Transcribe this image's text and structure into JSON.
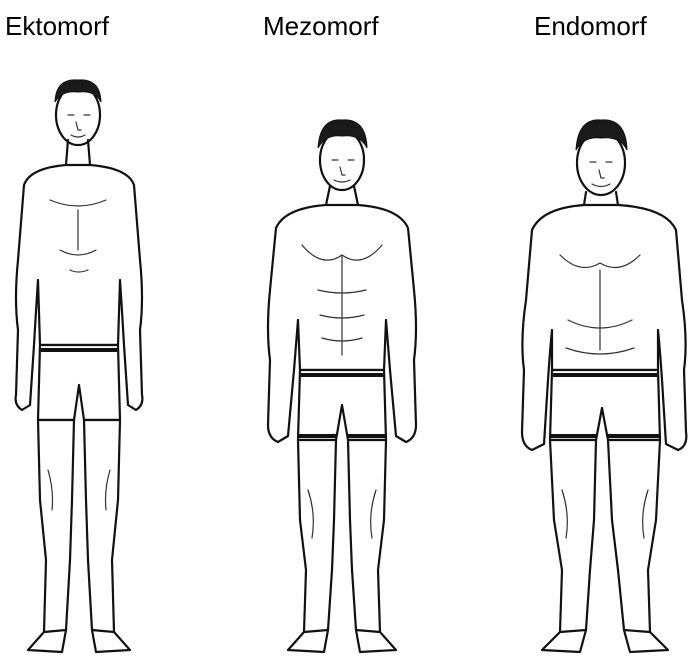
{
  "labels": {
    "ectomorph": "Ektomorf",
    "mesomorph": "Mezomorf",
    "endomorph": "Endomorf"
  },
  "colors": {
    "background": "#ffffff",
    "ink": "#111111",
    "hair": "#1a1a1a"
  }
}
